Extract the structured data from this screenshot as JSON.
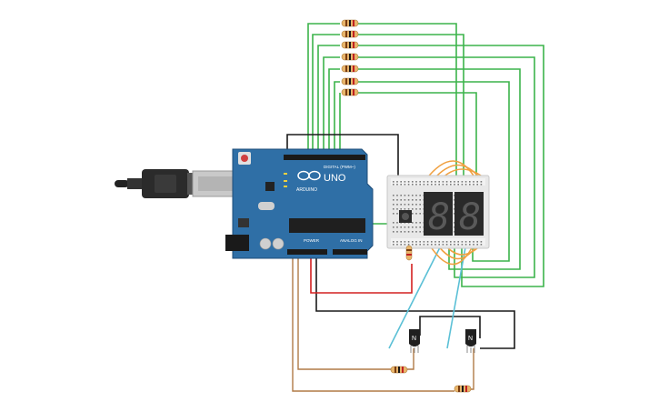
{
  "canvas": {
    "background": "#ffffff"
  },
  "arduino": {
    "logo_text": "UNO",
    "brand_text": "ARDUINO",
    "digital_label": "DIGITAL (PWM~)",
    "power_label": "POWER",
    "analog_label": "ANALOG IN",
    "color": "#2f6fa6"
  },
  "display": {
    "digit_left": "8",
    "digit_right": "8",
    "segment_color": "#5a5a5a"
  },
  "transistors": [
    {
      "label": "N"
    },
    {
      "label": "N"
    }
  ],
  "wire_colors": {
    "green": "#3cb44b",
    "black": "#1a1a1a",
    "red": "#d42020",
    "cyan": "#5bc0d6",
    "orange": "#f0a040",
    "brown": "#b07a46"
  }
}
